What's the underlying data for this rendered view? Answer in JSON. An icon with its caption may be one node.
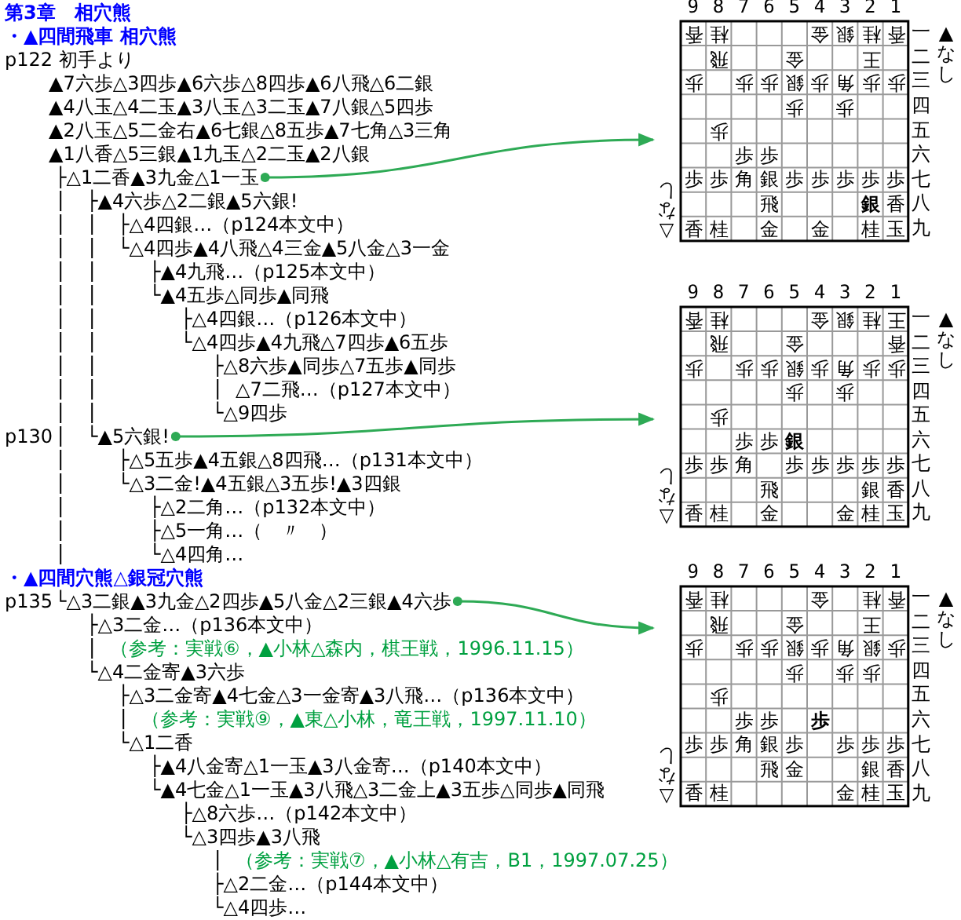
{
  "diagram": {
    "title": "第3章　相穴熊",
    "nodes": [
      {
        "text": [
          "├△1二香▲3九金△1一玉"
        ]
      },
      {
        "text": [
          "9 8 7 6 5 4 3 2 1",
          "一二三四五六七八九",
          "▲なし",
          "△なし",
          "香",
          "桂",
          "金",
          "銀",
          "桂",
          "香",
          "飛",
          "金",
          "王",
          "歩",
          "歩",
          "歩",
          "銀",
          "歩",
          "角",
          "歩",
          "歩",
          "歩",
          "歩",
          "歩",
          "歩",
          "歩",
          "歩",
          "歩",
          "角",
          "銀",
          "歩",
          "歩",
          "歩",
          "歩",
          "歩",
          "飛",
          "銀",
          "香",
          "香",
          "桂",
          "金",
          "金",
          "桂",
          "玉"
        ]
      },
      {
        "text": [
          "└▲5六銀!"
        ]
      },
      {
        "text": [
          "9 8 7 6 5 4 3 2 1",
          "一二三四五六七八九",
          "▲なし",
          "△なし",
          "香",
          "桂",
          "金",
          "銀",
          "桂",
          "王",
          "飛",
          "金",
          "香",
          "歩",
          "歩",
          "歩",
          "銀",
          "歩",
          "角",
          "歩",
          "歩",
          "歩",
          "歩",
          "歩",
          "歩",
          "歩",
          "銀",
          "歩",
          "歩",
          "角",
          "歩",
          "歩",
          "歩",
          "歩",
          "歩",
          "飛",
          "銀",
          "香",
          "香",
          "桂",
          "金",
          "金",
          "桂",
          "玉"
        ]
      },
      {
        "text": [
          "└△3二銀▲3九金△2四歩▲5八金△2三銀▲4六歩"
        ]
      },
      {
        "text": [
          "9 8 7 6 5 4 3 2 1",
          "一二三四五六七八九",
          "▲なし",
          "△なし",
          "香",
          "桂",
          "金",
          "桂",
          "香",
          "飛",
          "金",
          "王",
          "歩",
          "歩",
          "歩",
          "銀",
          "歩",
          "角",
          "銀",
          "歩",
          "歩",
          "歩",
          "歩",
          "歩",
          "歩",
          "歩",
          "歩",
          "歩",
          "歩",
          "角",
          "銀",
          "歩",
          "歩",
          "歩",
          "歩",
          "飛",
          "金",
          "銀",
          "香",
          "香",
          "桂",
          "金",
          "桂",
          "玉"
        ]
      }
    ],
    "edges": [
      {
        "from": 0,
        "to": 1,
        "arrow": "to"
      },
      {
        "from": 2,
        "to": 3,
        "arrow": "to"
      },
      {
        "from": 4,
        "to": 5,
        "arrow": "to"
      }
    ],
    "labels": [
      "・▲四間飛車 相穴熊",
      "p122 初手より",
      "▲7六歩△3四歩▲6六歩△8四歩▲6八飛△6二銀",
      "▲4八玉△4二玉▲3八玉△3二玉▲7八銀△5四歩",
      "▲2八玉△5二金右▲6七銀△8五歩▲7七角△3三角",
      "▲1八香△5三銀▲1九玉△2二玉▲2八銀",
      "├▲4六歩△2二銀▲5六銀!",
      "├△4四銀…（p124本文中）",
      "└△4四歩▲4八飛△4三金▲5八金△3一金",
      "├▲4九飛…（p125本文中）",
      "└▲4五歩△同歩▲同飛",
      "├△4四銀…（p126本文中）",
      "└△4四歩▲4九飛△7四歩▲6五歩",
      "├△8六歩▲同歩△7五歩▲同歩",
      "△7二飛…（p127本文中）",
      "└△9四歩",
      "p130",
      "├△5五歩▲4五銀△8四飛…（p131本文中）",
      "└△3二金!▲4五銀△3五歩!▲3四銀",
      "├△2二角…（p132本文中）",
      "├△5一角…（　〃　）",
      "└△4四角…",
      "・▲四間穴熊△銀冠穴熊",
      "p135",
      "├△3二金…（p136本文中）",
      "（参考：実戦⑥，▲小林△森内，棋王戦，1996.11.15）",
      "└△4二金寄▲3六歩",
      "├△3二金寄▲4七金△3一金寄▲3八飛…（p136本文中）",
      "（参考：実戦⑨，▲東△小林，竜王戦，1997.11.10）",
      "└△1二香",
      "├▲4八金寄△1一玉▲3八金寄…（p140本文中）",
      "└▲4七金△1一玉▲3八飛△3二金上▲3五歩△同歩▲同飛",
      "├△8六歩…（p142本文中）",
      "└△3四歩▲3八飛",
      "（参考：実戦⑦，▲小林△有吉，B1，1997.07.25）",
      "├△2二金…（p144本文中）",
      "└△4四歩…"
    ]
  }
}
